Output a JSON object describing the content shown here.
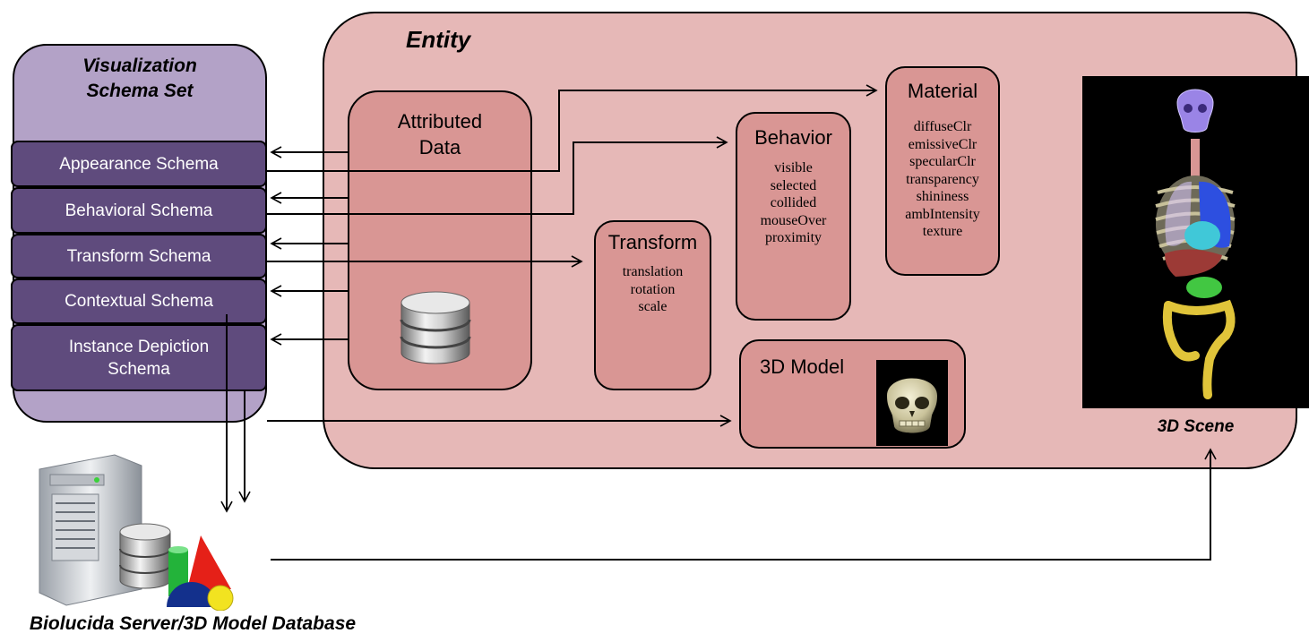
{
  "visualization_schema_set": {
    "title_line1": "Visualization",
    "title_line2": "Schema Set",
    "schemas": [
      {
        "line1": "Appearance Schema",
        "line2": ""
      },
      {
        "line1": "Behavioral Schema",
        "line2": ""
      },
      {
        "line1": "Transform Schema",
        "line2": ""
      },
      {
        "line1": "Contextual Schema",
        "line2": ""
      },
      {
        "line1": "Instance Depiction",
        "line2": "Schema"
      }
    ]
  },
  "entity": {
    "title": "Entity",
    "attributed_data": {
      "line1": "Attributed",
      "line2": "Data"
    },
    "transform": {
      "title": "Transform",
      "attributes": [
        "translation",
        "rotation",
        "scale"
      ]
    },
    "behavior": {
      "title": "Behavior",
      "attributes": [
        "visible",
        "selected",
        "collided",
        "mouseOver",
        "proximity"
      ]
    },
    "material": {
      "title": "Material",
      "attributes": [
        "diffuseClr",
        "emissiveClr",
        "specularClr",
        "transparency",
        "shininess",
        "ambIntensity",
        "texture"
      ]
    },
    "model": {
      "title": "3D Model"
    }
  },
  "scene_label": "3D Scene",
  "server_label": "Biolucida Server/3D Model Database",
  "colors": {
    "schema_set_bg": "#b3a2c7",
    "schema_bg": "#5f4b7d",
    "entity_bg": "#e6b8b7",
    "component_bg": "#d99694"
  }
}
